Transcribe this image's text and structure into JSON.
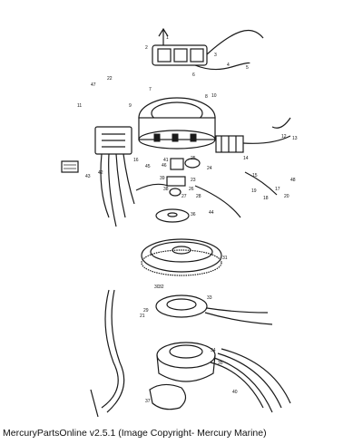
{
  "caption": "MercuryPartsOnline v2.5.1 (Image Copyright- Mercury Marine)",
  "callouts": [
    "1",
    "2",
    "3",
    "4",
    "5",
    "6",
    "7",
    "8",
    "9",
    "10",
    "11",
    "12",
    "13",
    "14",
    "15",
    "16",
    "17",
    "18",
    "19",
    "20",
    "21",
    "22",
    "23",
    "24",
    "25",
    "26",
    "27",
    "28",
    "29",
    "30",
    "31",
    "32",
    "33",
    "34",
    "35",
    "36",
    "37",
    "38",
    "39",
    "40",
    "41",
    "42",
    "43",
    "44",
    "45",
    "46",
    "47",
    "48"
  ]
}
